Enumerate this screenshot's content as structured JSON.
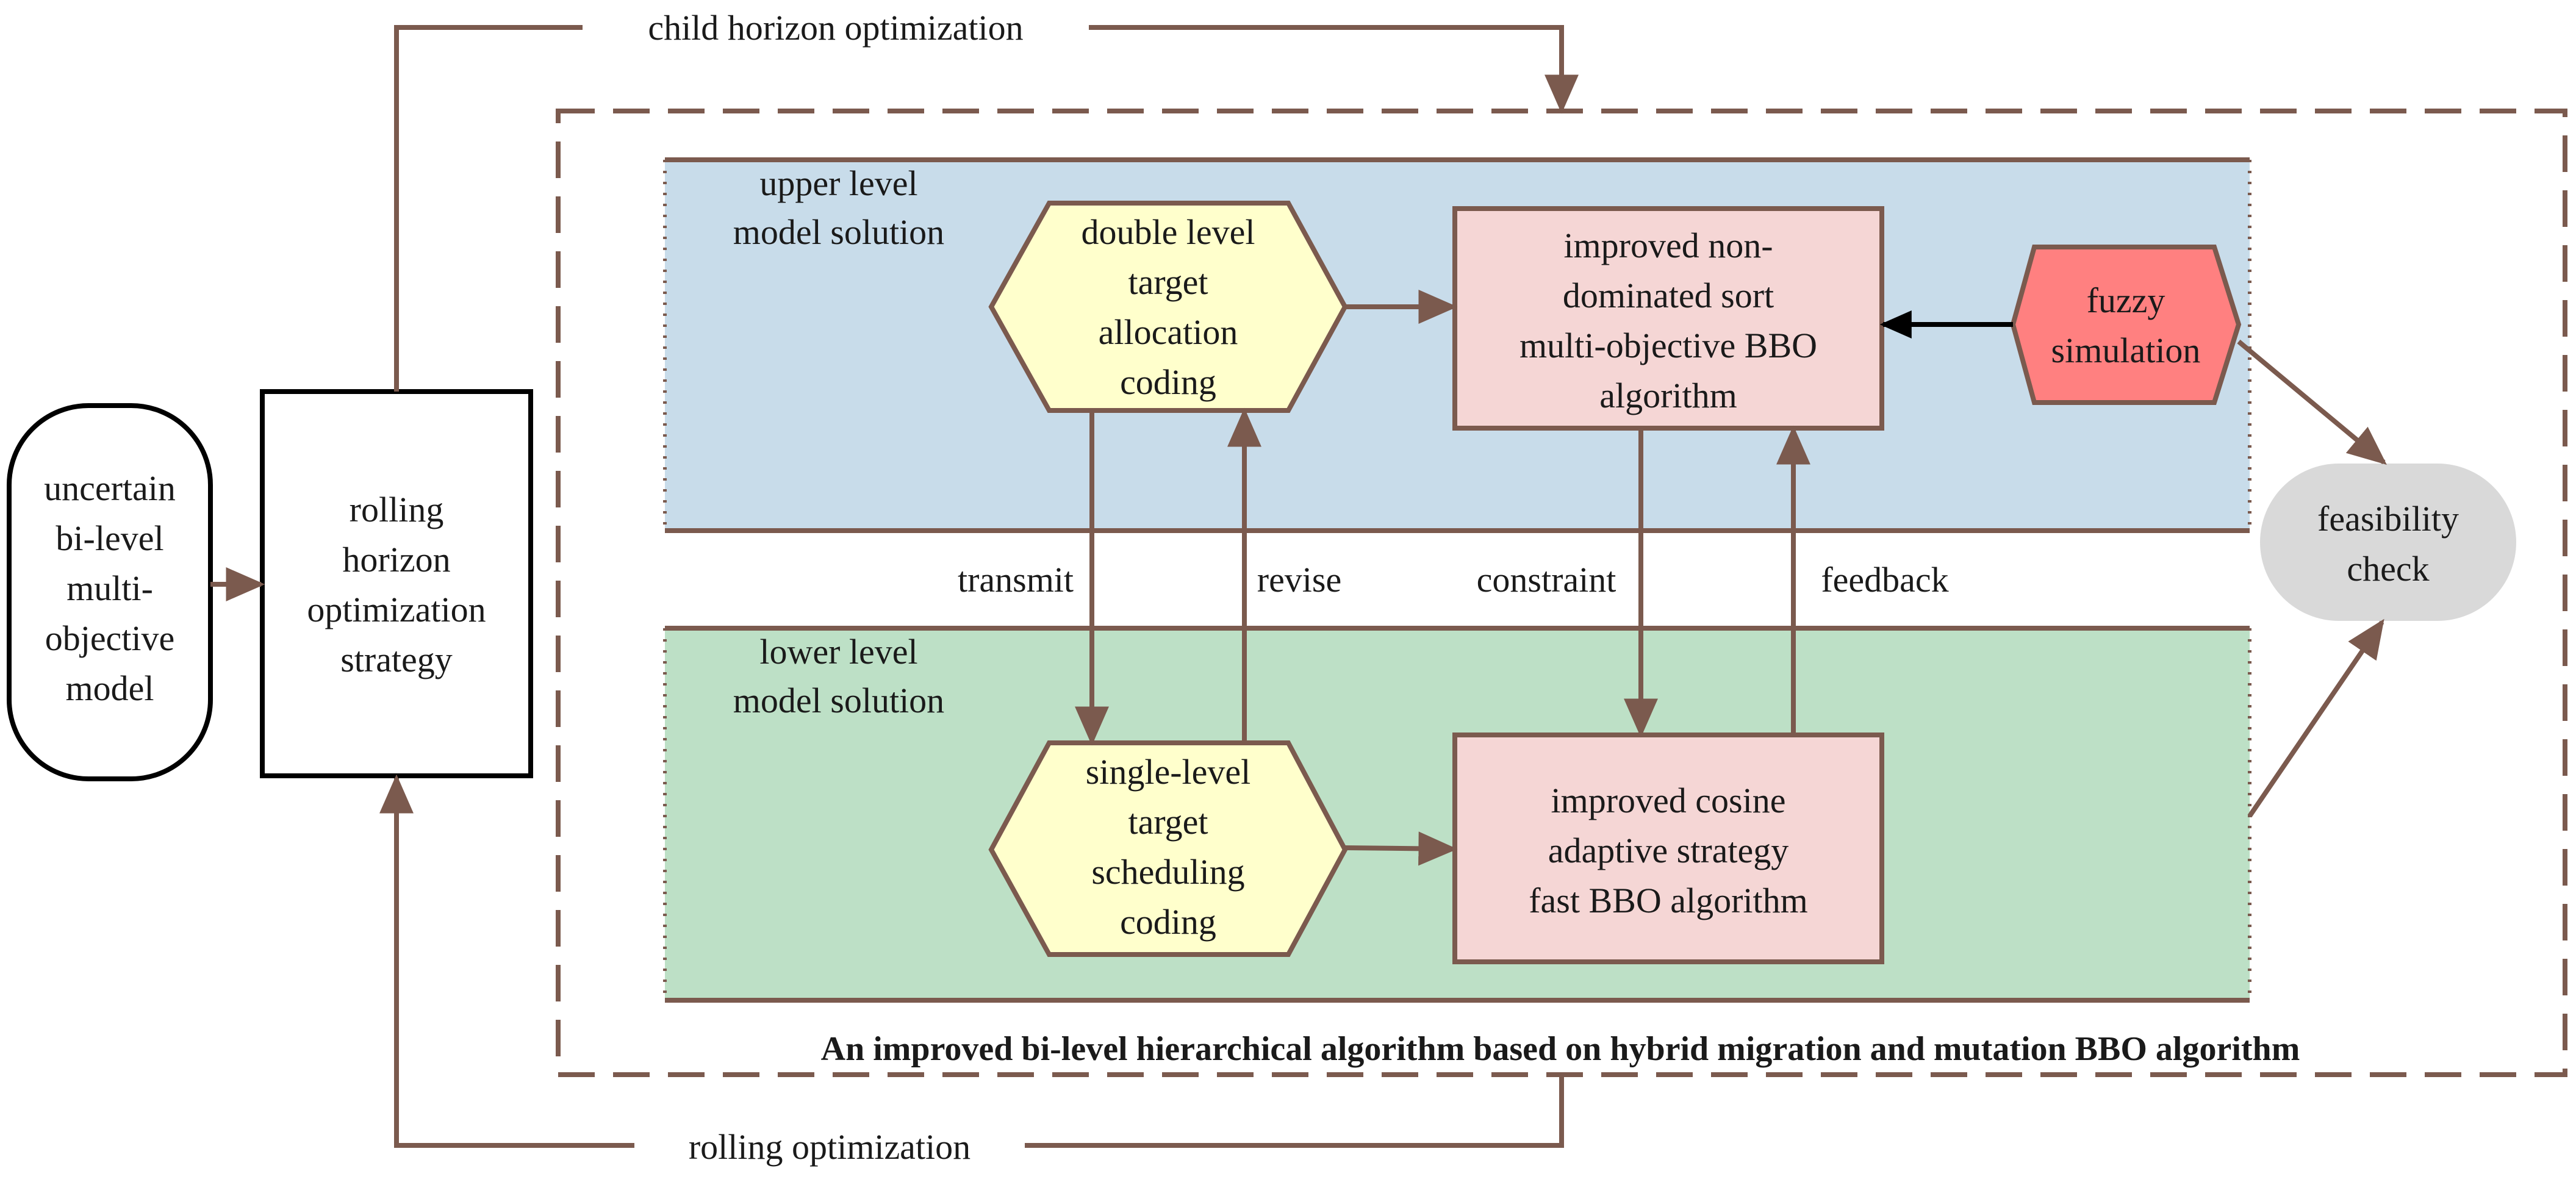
{
  "nodes": {
    "model": [
      "uncertain",
      "bi-level",
      "multi-",
      "objective",
      "model"
    ],
    "strategy": [
      "rolling",
      "horizon",
      "optimization",
      "strategy"
    ],
    "upper_region": [
      "upper level",
      "model solution"
    ],
    "lower_region": [
      "lower level",
      "model solution"
    ],
    "double_coding": [
      "double level",
      "target",
      "allocation",
      "coding"
    ],
    "single_coding": [
      "single-level",
      "target",
      "scheduling",
      "coding"
    ],
    "nsga": [
      "improved non-",
      "dominated sort",
      "multi-objective BBO",
      "algorithm"
    ],
    "cosine": [
      "improved cosine",
      "adaptive strategy",
      "fast BBO algorithm"
    ],
    "fuzzy": [
      "fuzzy",
      "simulation"
    ],
    "feasibility": [
      "feasibility",
      "check"
    ]
  },
  "edge_labels": {
    "child_horizon": "child horizon optimization",
    "rolling_opt": "rolling optimization",
    "transmit": "transmit",
    "revise": "revise",
    "constraint": "constraint",
    "feedback": "feedback"
  },
  "caption": "An improved bi-level hierarchical algorithm based on hybrid migration and mutation BBO algorithm",
  "colors": {
    "arrow": "#7b5a4e",
    "upper_bg": "#c8dcea",
    "lower_bg": "#bde0c6",
    "hexagon_fill": "#ffffcc",
    "algo_fill": "#f5d6d5",
    "fuzzy_fill": "#ff8080",
    "feasibility_fill": "#d9d9d9"
  }
}
